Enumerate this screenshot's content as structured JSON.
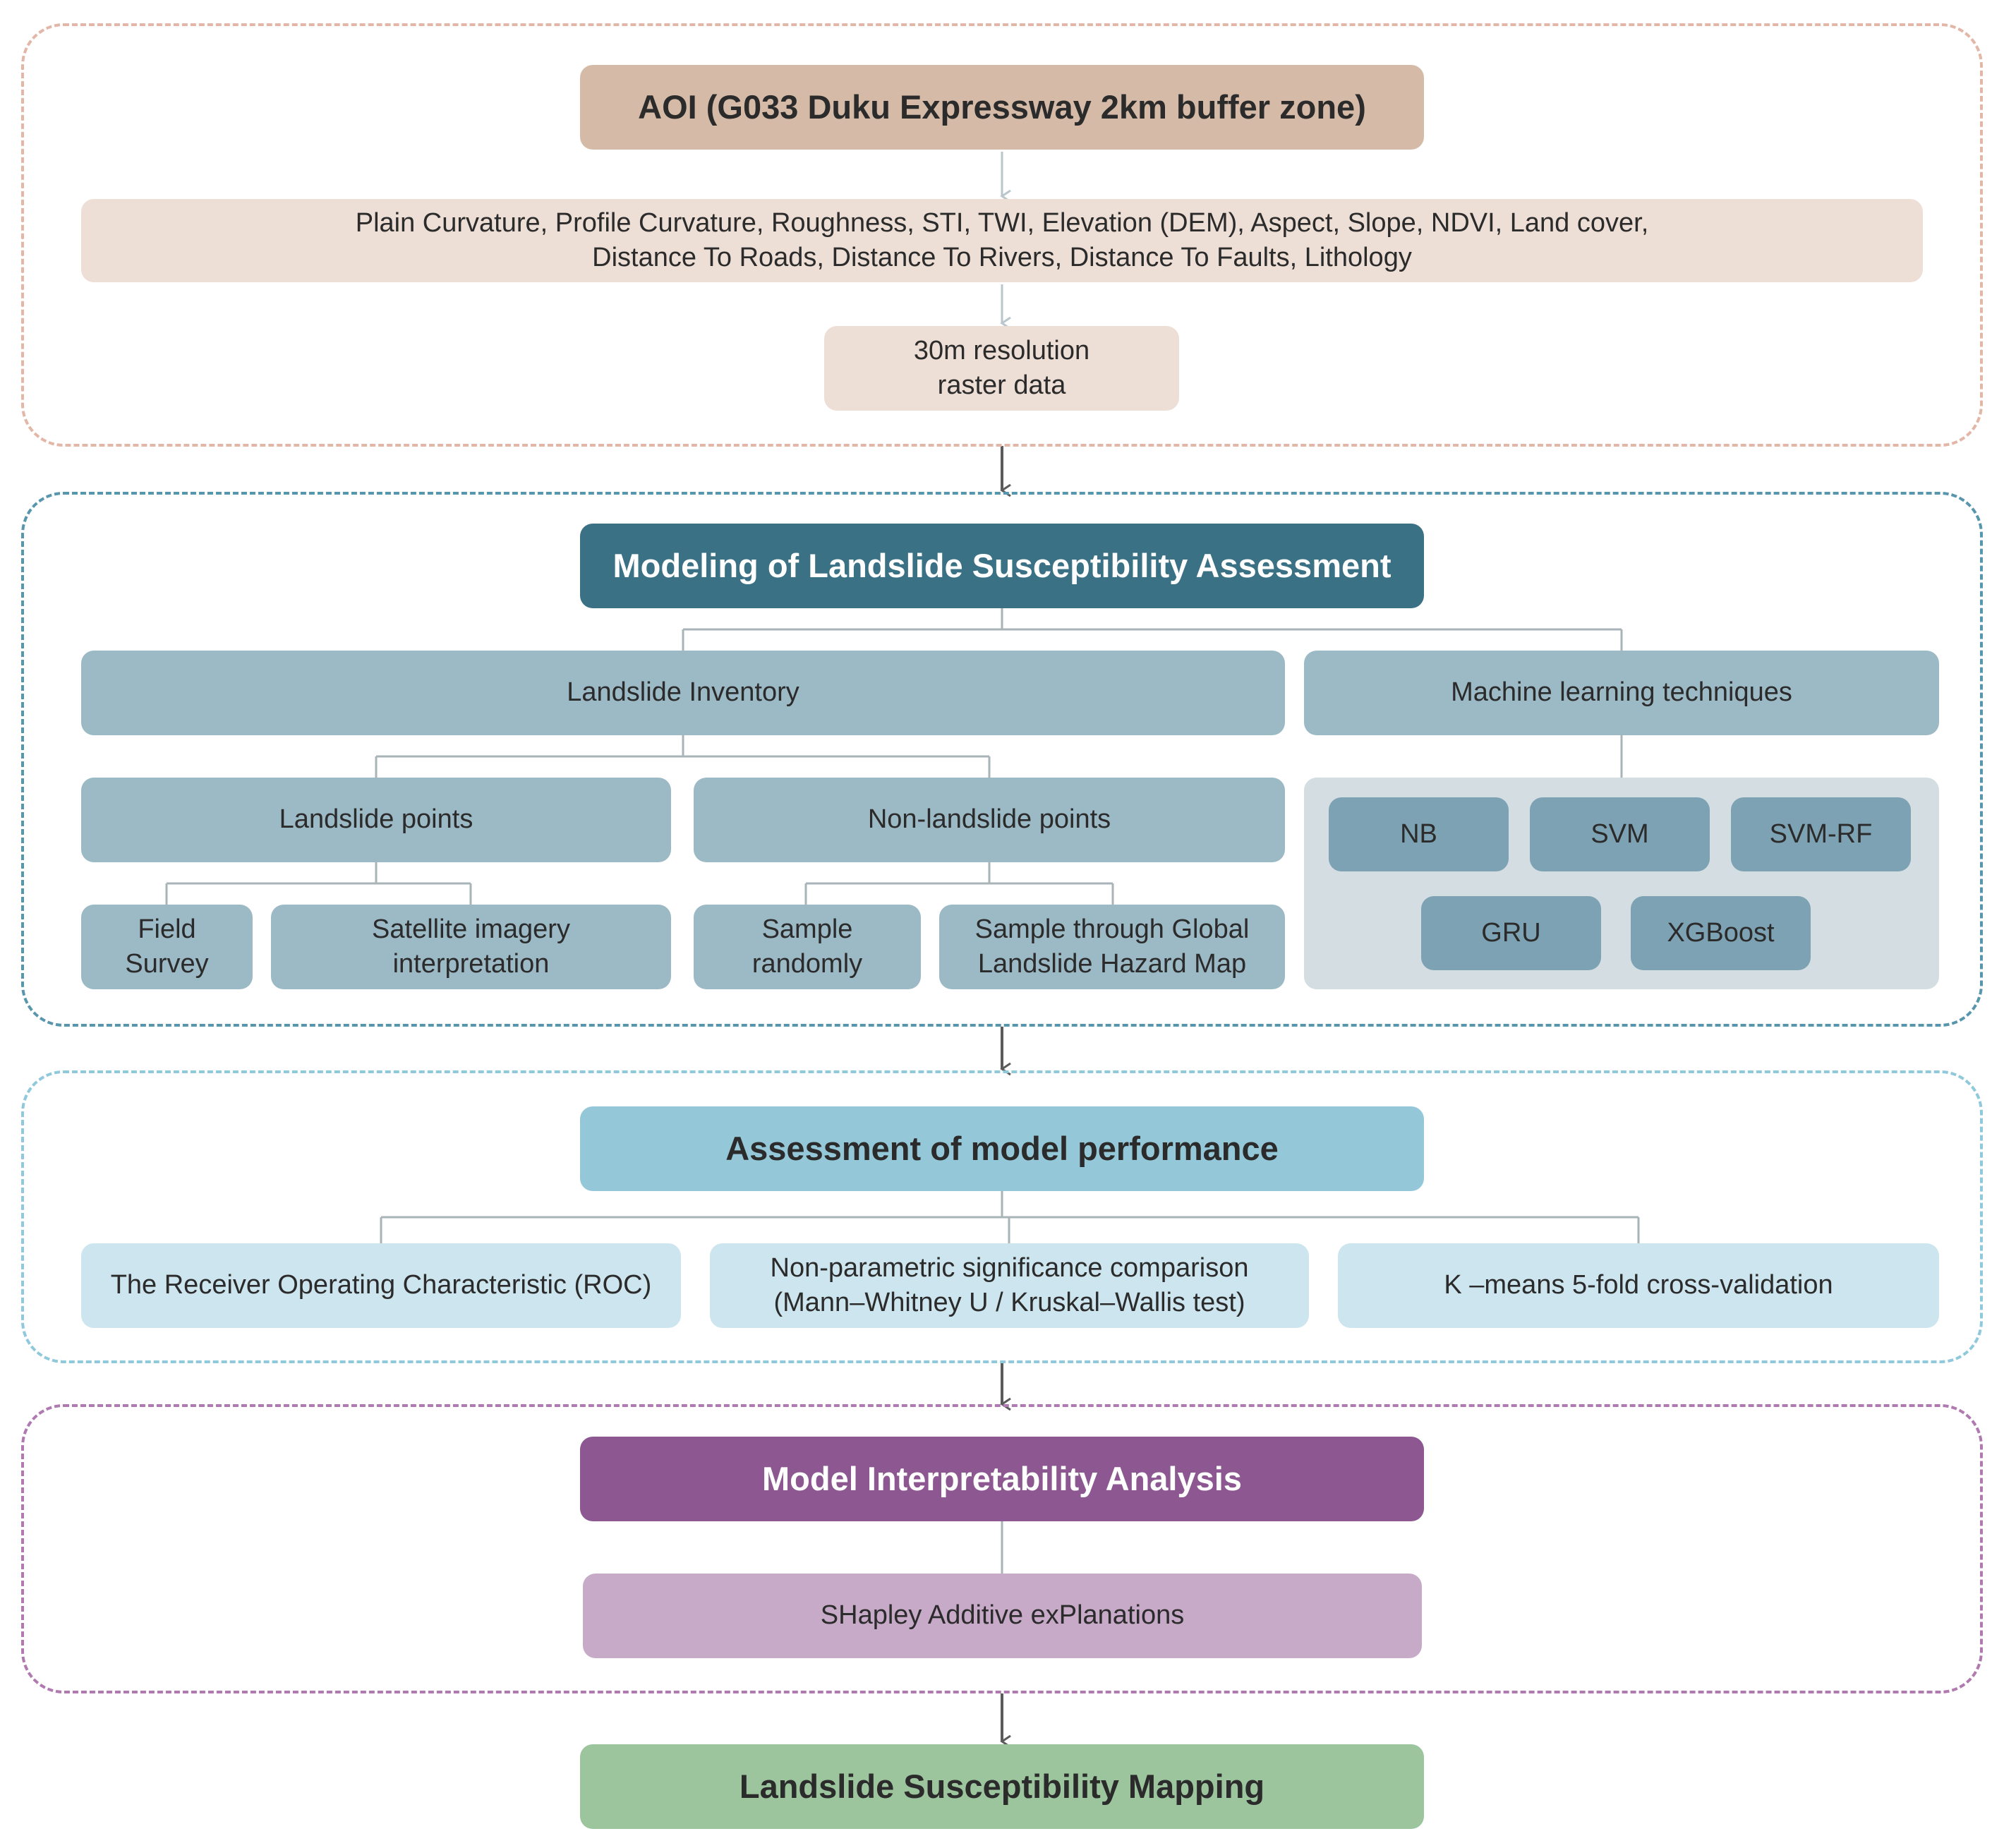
{
  "colors": {
    "panel1_border": "#e3b7a7",
    "panel2_border": "#5896ae",
    "panel3_border": "#8fc9db",
    "panel4_border": "#b07ab0",
    "aoi_fill": "#d5bba7",
    "factors_fill": "#eedfd6",
    "modeling_fill": "#3b7184",
    "inventory_fill": "#9cb9c6",
    "ml_area_fill": "#d3dde2",
    "ml_box_fill": "#7da2b3",
    "assessment_fill": "#94c8d8",
    "metric_fill": "#cde5ee",
    "interp_fill": "#8d5891",
    "shap_fill": "#c7a9c8",
    "mapping_fill": "#9cc59e",
    "connector": "#9a9a9a",
    "arrow": "#5b5b5b"
  },
  "stage1": {
    "aoi": "AOI (G033 Duku Expressway 2km buffer zone)",
    "factors": "Plain Curvature, Profile Curvature, Roughness, STI, TWI, Elevation (DEM), Aspect, Slope, NDVI, Land cover,\nDistance To Roads, Distance To Rivers, Distance To Faults, Lithology",
    "raster": "30m resolution\nraster data"
  },
  "stage2": {
    "title": "Modeling of Landslide Susceptibility Assessment",
    "inventory": "Landslide Inventory",
    "ml": "Machine learning techniques",
    "landslide_points": "Landslide points",
    "non_landslide_points": "Non-landslide points",
    "field_survey": "Field\nSurvey",
    "satellite": "Satellite imagery\ninterpretation",
    "sample_random": "Sample\nrandomly",
    "sample_global": "Sample through Global\nLandslide Hazard Map",
    "models": [
      "NB",
      "SVM",
      "SVM-RF",
      "GRU",
      "XGBoost"
    ]
  },
  "stage3": {
    "title": "Assessment of model performance",
    "roc": "The Receiver Operating Characteristic (ROC)",
    "nonparam": "Non-parametric significance comparison\n(Mann–Whitney U / Kruskal–Wallis test)",
    "kfold": "K –means 5-fold cross-validation"
  },
  "stage4": {
    "title": "Model Interpretability Analysis",
    "shap": "SHapley Additive exPlanations"
  },
  "final": {
    "title": "Landslide Susceptibility Mapping"
  }
}
